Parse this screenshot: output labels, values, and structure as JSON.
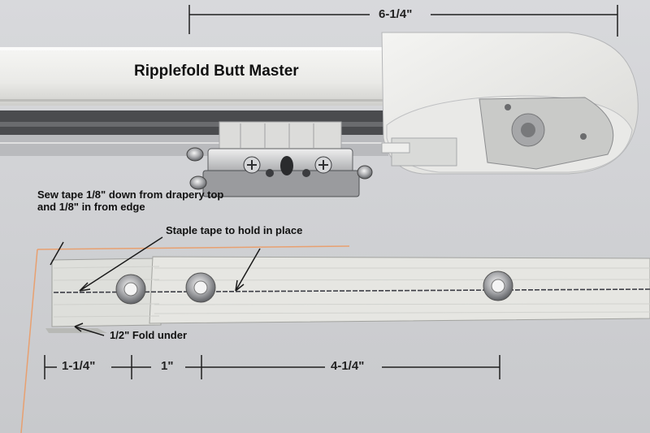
{
  "labels": {
    "product_title": "Ripplefold Butt Master",
    "top_dimension": "6-1/4\"",
    "sew_note": "Sew tape 1/8\" down from drapery top and 1/8\" in from edge",
    "staple_note": "Staple tape to hold in place",
    "fold_note": "1/2\" Fold under",
    "dim_1": "1-1/4\"",
    "dim_2": "1\"",
    "dim_3": "4-1/4\""
  },
  "colors": {
    "background": "#cfd0d3",
    "track": "#eeeeec",
    "tape": "#e4e4e0",
    "guide_line": "#e8a070"
  }
}
